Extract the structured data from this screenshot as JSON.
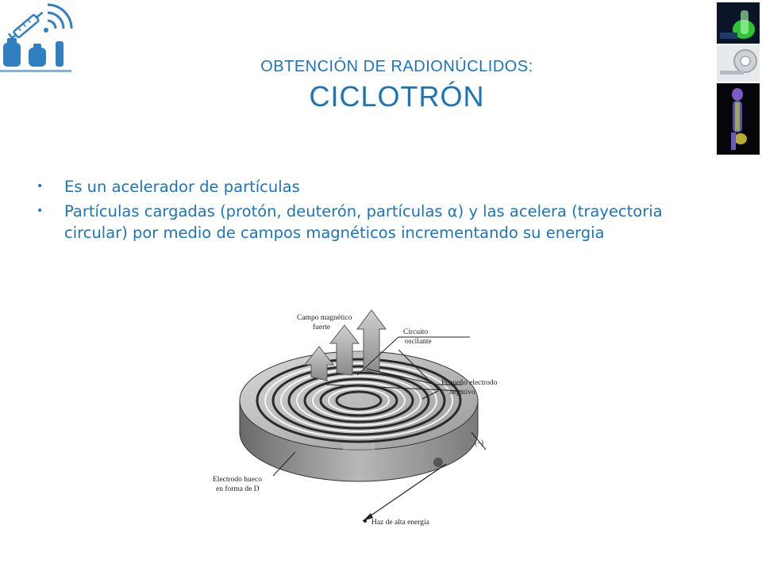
{
  "title": {
    "line1": "OBTENCIÓN DE RADIONÚCLIDOS:",
    "line2": "CICLOTRÓN"
  },
  "bullets": [
    "Es un acelerador de partículas",
    "Partículas cargadas (protón, deuterón, partículas α)  y las acelera (trayectoria circular) por medio de campos magnéticos incrementando su energia"
  ],
  "diagram": {
    "label_campo_1": "Campo magnético",
    "label_campo_2": "fuerte",
    "label_circuito_1": "Circuito",
    "label_circuito_2": "oscilante",
    "label_electrodo_peq_1": "Pequeño electrodo",
    "label_electrodo_peq_2": "negativo",
    "label_minus": "(–)",
    "label_electrodo_hueco_1": "Electrodo hueco",
    "label_electrodo_hueco_2": "en forma de D",
    "label_haz": "Haz de alta energía"
  },
  "colors": {
    "accent": "#1b75bc",
    "text": "#1b75bc"
  },
  "icons": {
    "logo": "medical-icons-logo",
    "thumbs": "medical-imaging-thumbnails"
  }
}
